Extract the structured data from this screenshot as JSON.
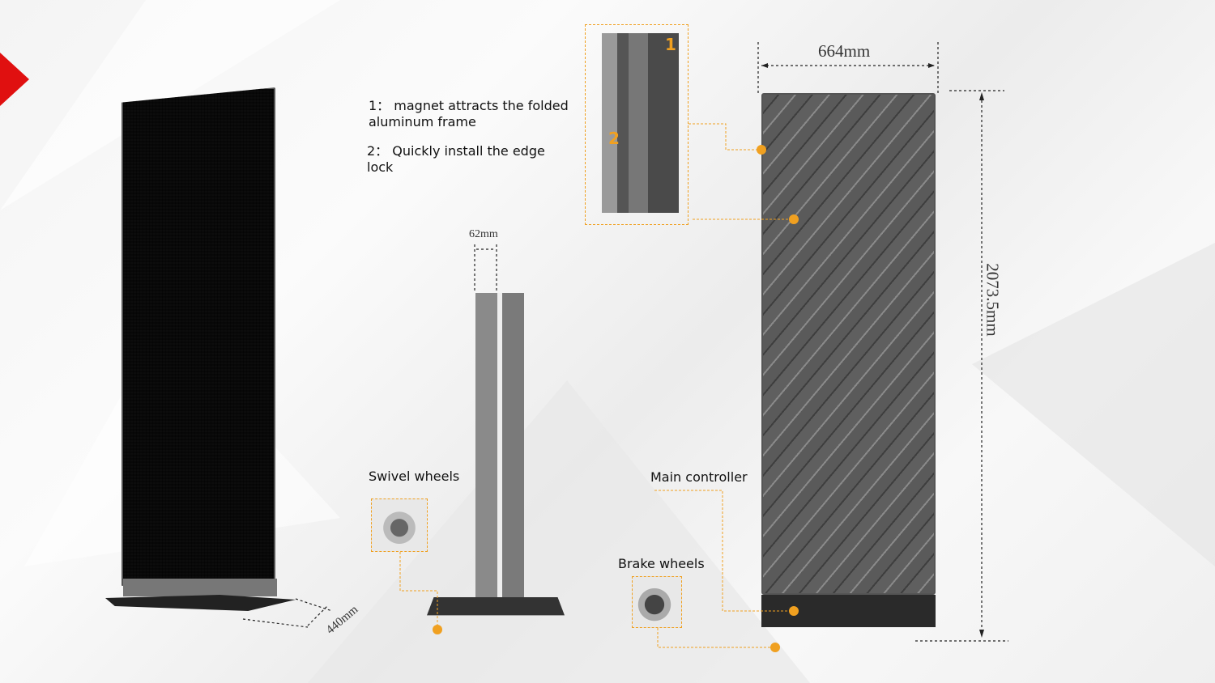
{
  "annotations": {
    "note1": "1：  magnet attracts the folded aluminum frame",
    "note2": "2：  Quickly install the edge lock",
    "swivel_wheels": "Swivel wheels",
    "brake_wheels": "Brake wheels",
    "main_controller": "Main controller"
  },
  "dimensions": {
    "depth": "440mm",
    "thickness": "62mm",
    "width": "664mm",
    "height": "2073.5mm"
  },
  "inset_markers": [
    "1",
    "2"
  ],
  "colors": {
    "accent": "#f0a020",
    "brand_red": "#e01010",
    "panel": "#5a5a5a"
  }
}
